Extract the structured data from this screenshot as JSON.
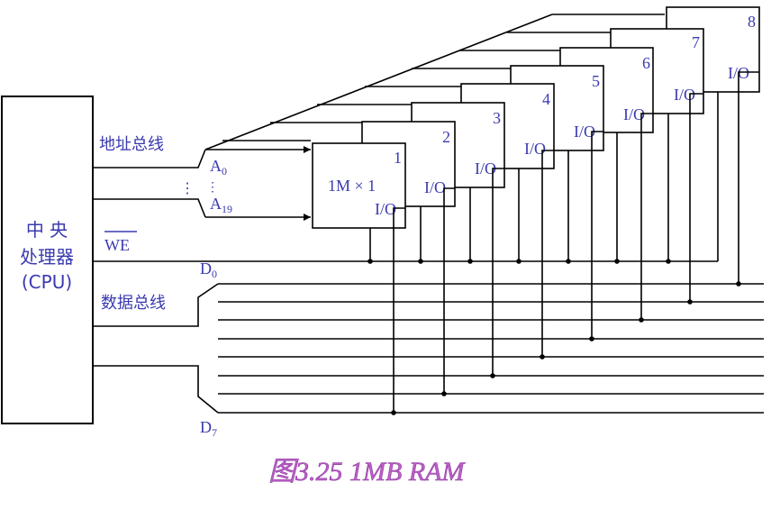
{
  "cpu": {
    "line1": "中  央",
    "line2": "处理器",
    "line3": "(CPU)"
  },
  "buses": {
    "address_label": "地址总线",
    "data_label": "数据总线",
    "we_label": "WE"
  },
  "address": {
    "a0_base": "A",
    "a0_sub": "0",
    "a19_base": "A",
    "a19_sub": "19",
    "ellipsis": "⋮"
  },
  "data_bus": {
    "d0_base": "D",
    "d0_sub": "0",
    "d7_base": "D",
    "d7_sub": "7"
  },
  "chip": {
    "capacity_label": "1M × 1",
    "io_label": "I/O",
    "numbers": [
      "1",
      "2",
      "3",
      "4",
      "5",
      "6",
      "7",
      "8"
    ]
  },
  "caption": "图3.25 1MB RAM"
}
